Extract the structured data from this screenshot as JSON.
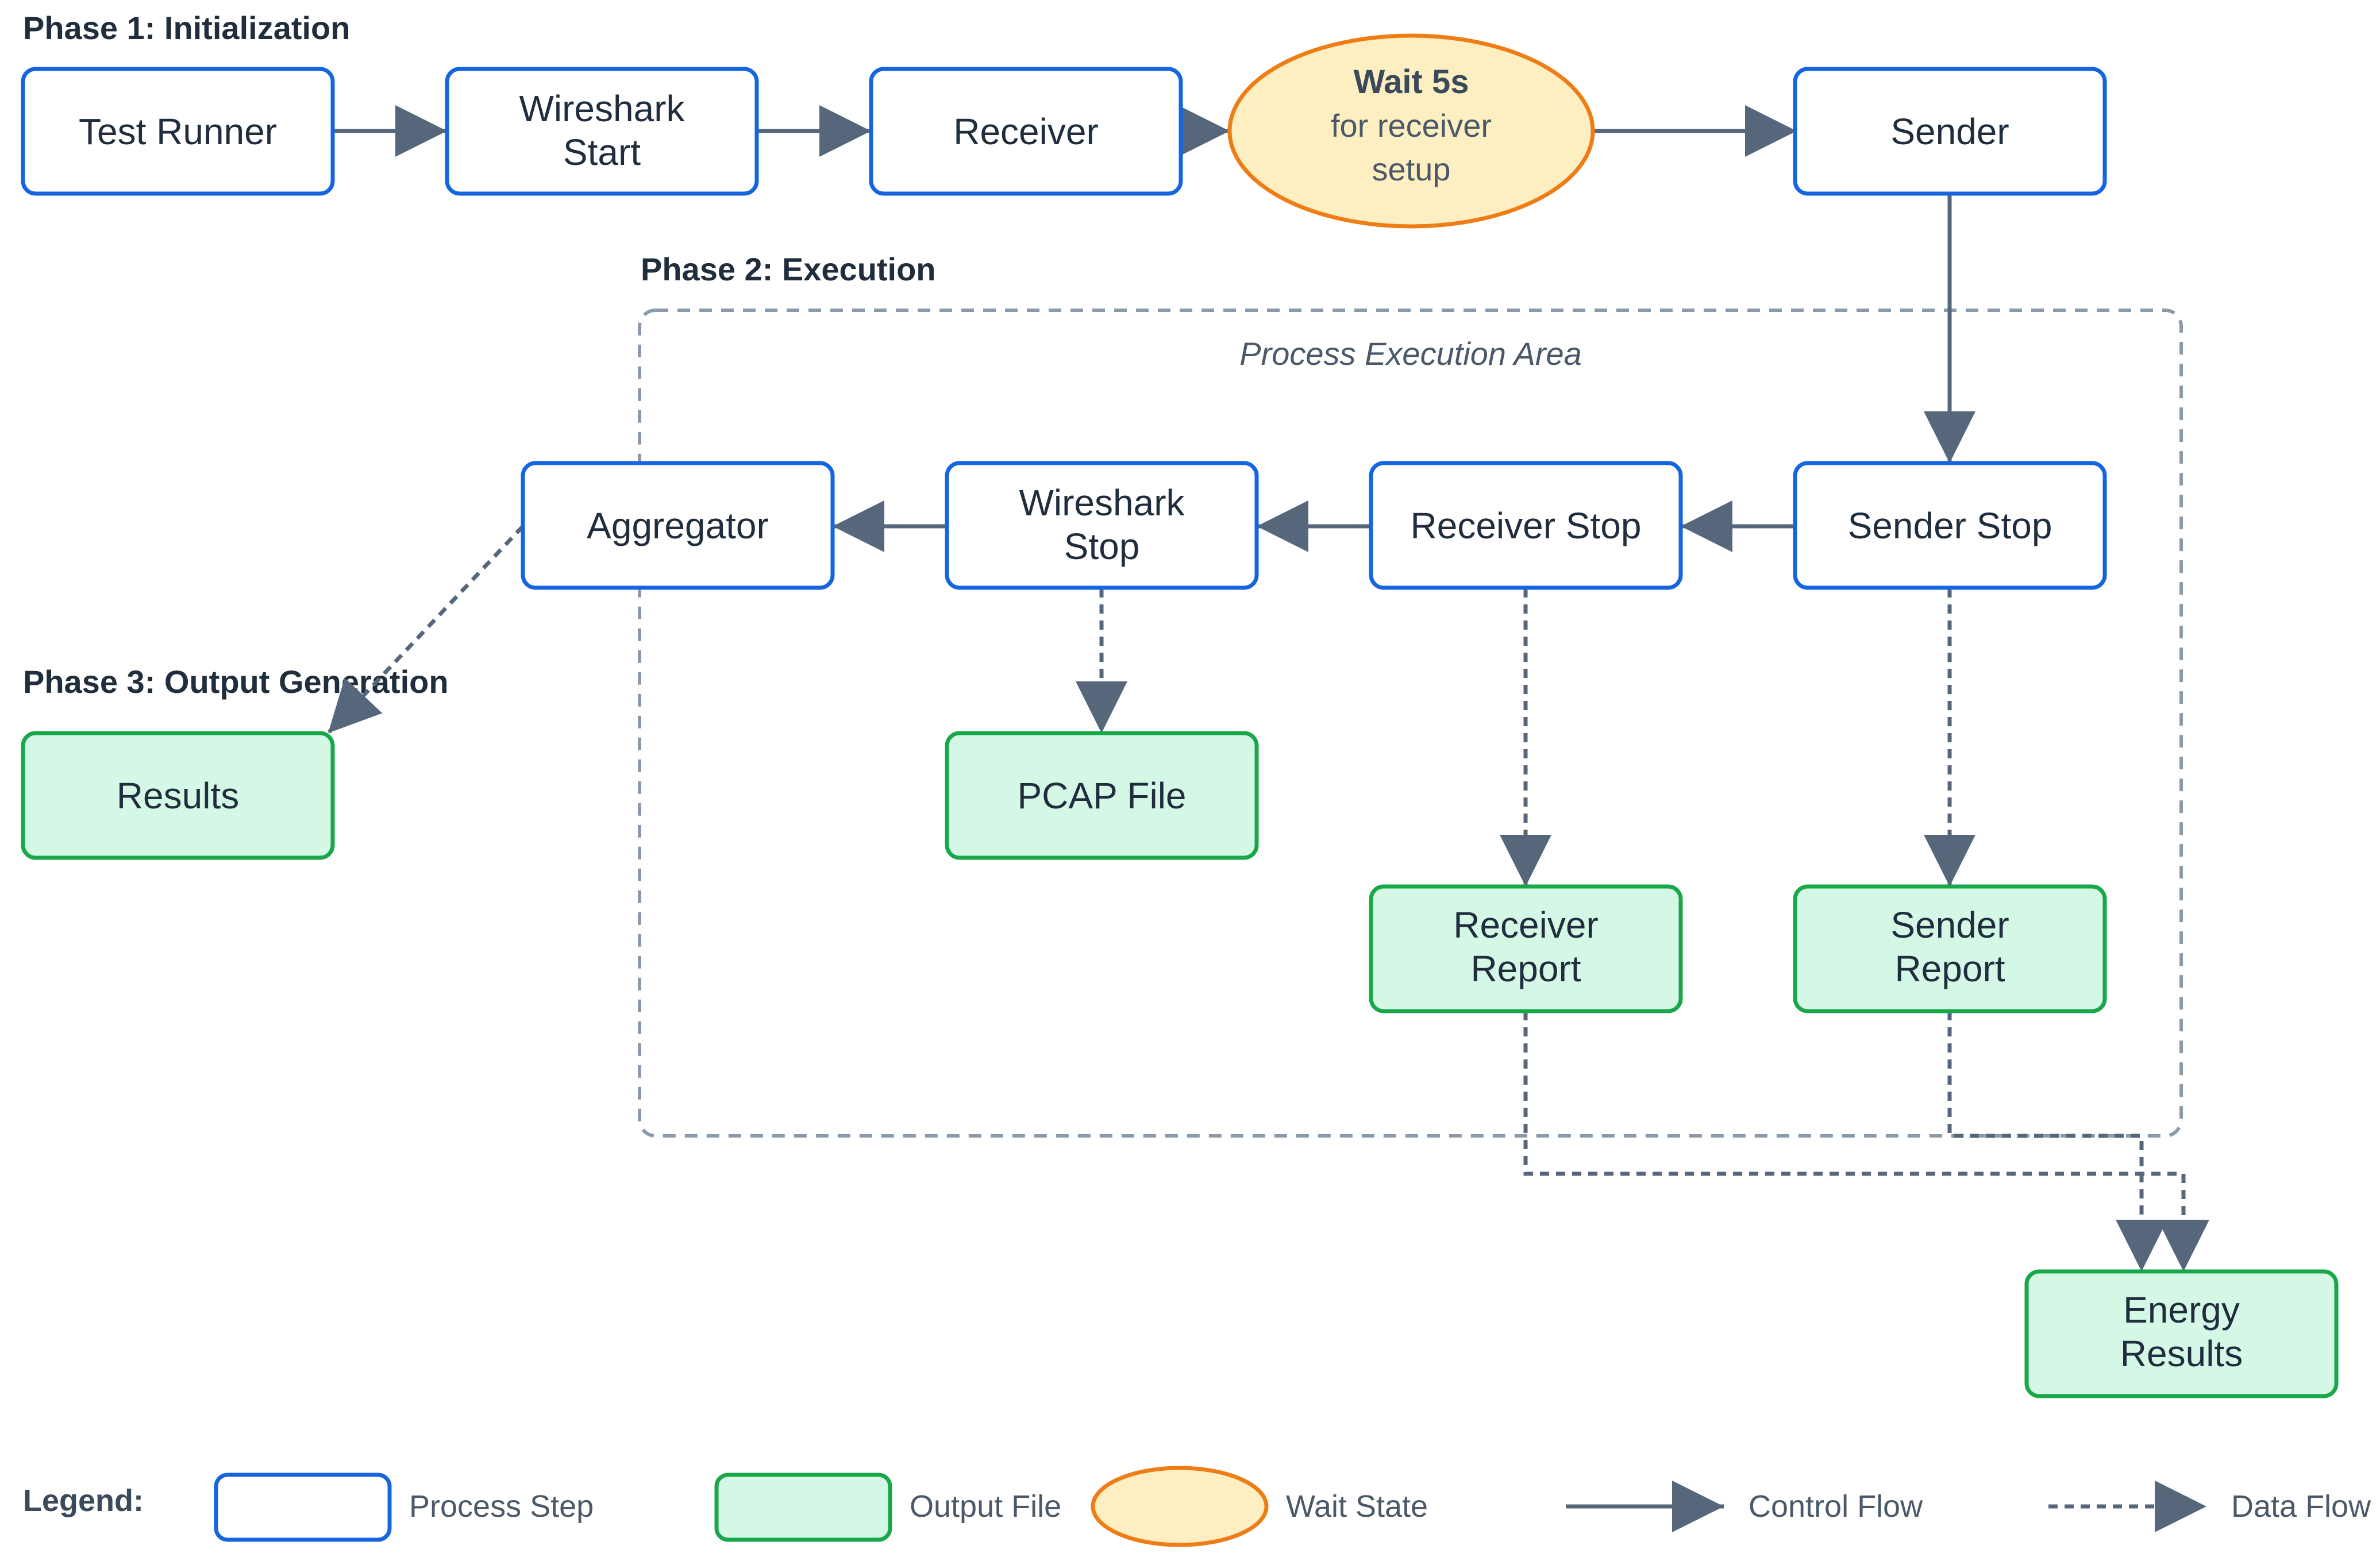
{
  "phases": {
    "phase1": "Phase 1: Initialization",
    "phase2": "Phase 2: Execution",
    "phase3": "Phase 3: Output Generation"
  },
  "area_label": "Process Execution Area",
  "nodes": {
    "test_runner": [
      "Test Runner"
    ],
    "wireshark_start": [
      "Wireshark",
      "Start"
    ],
    "receiver": [
      "Receiver"
    ],
    "wait": {
      "title": "Wait 5s",
      "line1": "for receiver",
      "line2": "setup"
    },
    "sender": [
      "Sender"
    ],
    "sender_stop": [
      "Sender Stop"
    ],
    "receiver_stop": [
      "Receiver Stop"
    ],
    "wireshark_stop": [
      "Wireshark",
      "Stop"
    ],
    "aggregator": [
      "Aggregator"
    ],
    "results": [
      "Results"
    ],
    "pcap_file": [
      "PCAP File"
    ],
    "receiver_report": [
      "Receiver",
      "Report"
    ],
    "sender_report": [
      "Sender",
      "Report"
    ],
    "energy_results": [
      "Energy",
      "Results"
    ]
  },
  "legend": {
    "title": "Legend:",
    "process_step": "Process Step",
    "output_file": "Output File",
    "wait_state": "Wait State",
    "control_flow": "Control Flow",
    "data_flow": "Data Flow"
  },
  "colors": {
    "process_border": "#1565e0",
    "output_fill": "#d4f7e6",
    "output_border": "#18a84a",
    "wait_fill": "#fdefc2",
    "wait_border": "#ef7d16",
    "arrow": "#56677b"
  }
}
